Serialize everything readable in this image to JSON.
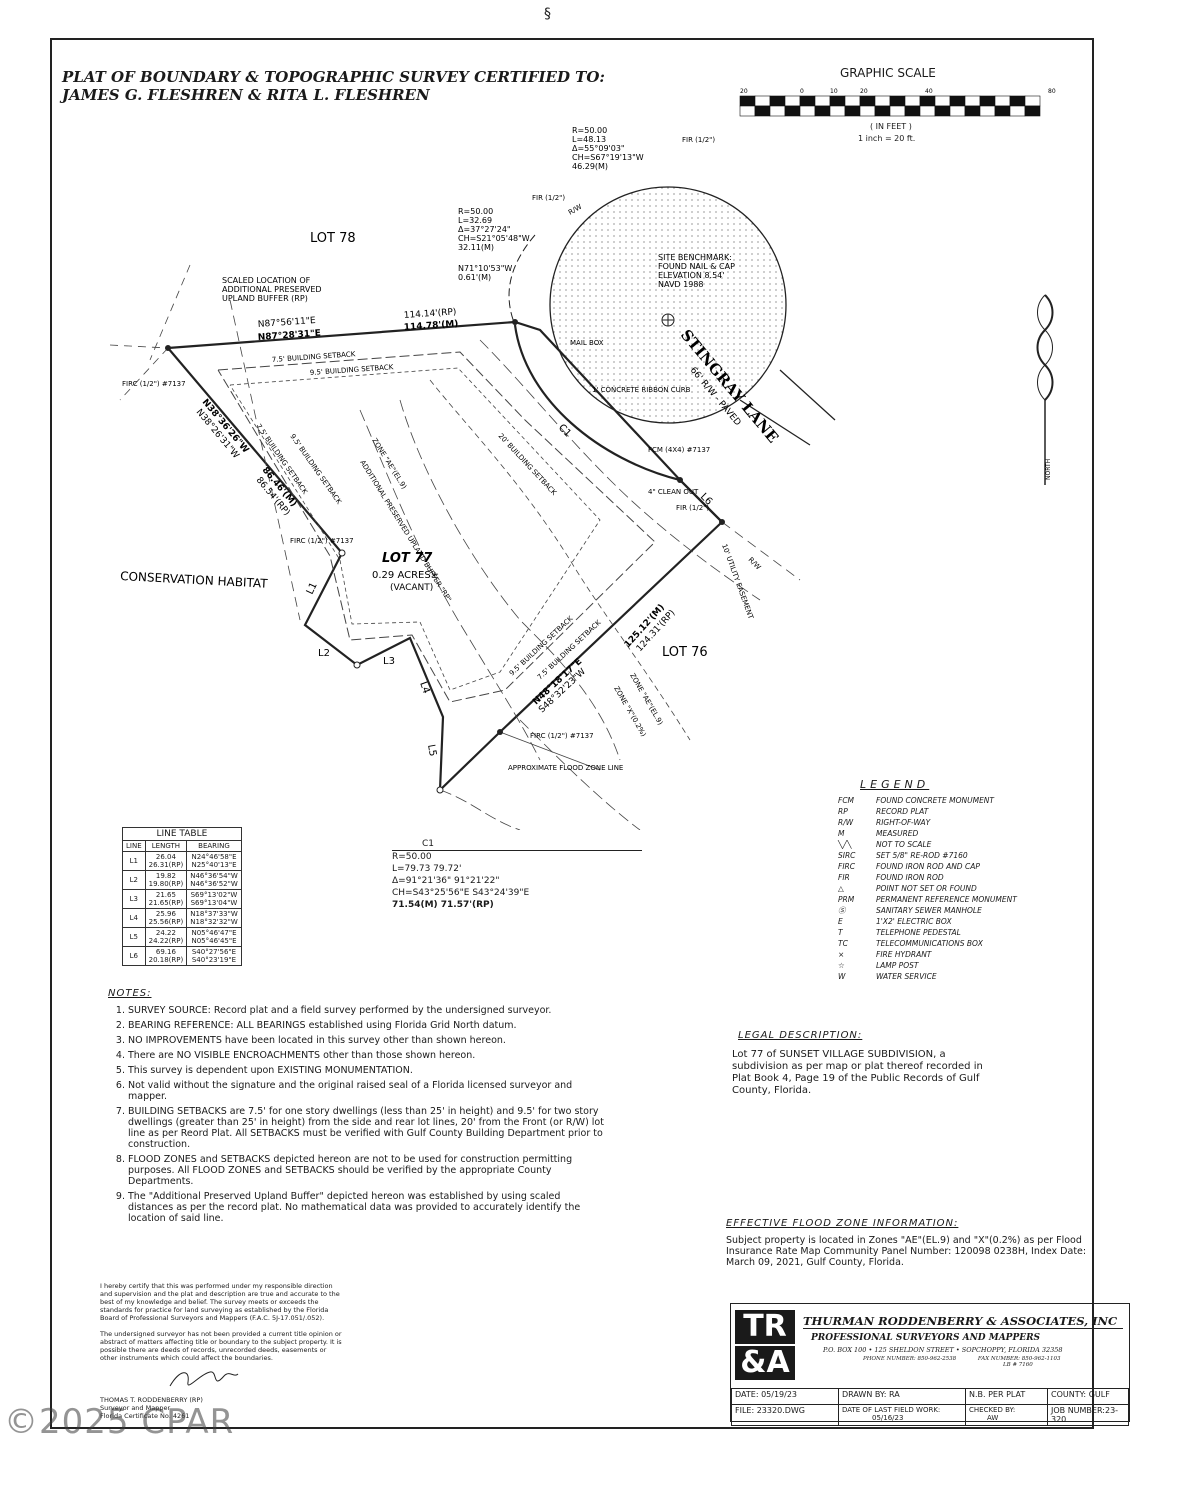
{
  "top_mark": "§",
  "title": {
    "line1": "PLAT OF BOUNDARY & TOPOGRAPHIC SURVEY CERTIFIED TO:",
    "line2": "JAMES G. FLESHREN & RITA L. FLESHREN"
  },
  "graphic_scale": {
    "title": "GRAPHIC SCALE",
    "ticks": [
      "20",
      "0",
      "10",
      "20",
      "40",
      "80"
    ],
    "unit": "( IN FEET )",
    "ratio": "1 inch = 20 ft."
  },
  "map": {
    "lot78": "LOT 78",
    "lot76": "LOT 76",
    "lot77": "LOT 77",
    "lot77_area": "0.29 ACRES±",
    "lot77_status": "(VACANT)",
    "conservation": "CONSERVATION HABITAT",
    "street": "STINGRAY LANE",
    "street_row": "66' R/W - PAVED",
    "curve_top": [
      "R=50.00",
      "L=48.13",
      "Δ=55°09'03\"",
      "CH=S67°19'13\"W",
      "46.29(M)"
    ],
    "curve_mid": [
      "R=50.00",
      "L=32.69",
      "Δ=37°27'24\"",
      "CH=S21°05'48\"W",
      "32.11(M)"
    ],
    "tie": [
      "N71°10'53\"W",
      "0.61'(M)"
    ],
    "north_line_rp": "114.14'(RP)",
    "north_line_m": "114.78'(M)",
    "north_bearing_rp": "N87°56'11\"E",
    "north_bearing_m": "N87°28'31\"E",
    "west_bearing_m": "N38°36'26\"W",
    "west_bearing_rp": "N38°26'31\"W",
    "west_len_m": "86.46'(M)",
    "west_len_rp": "86.54'(RP)",
    "east_len_m": "125.12'(M)",
    "east_len_rp": "124.31'(RP)",
    "south_bearing_m": "N48°18'17\"E",
    "south_bearing_rp": "S48°32'23\"W",
    "scaled_location": [
      "SCALED LOCATION OF",
      "ADDITIONAL PRESERVED",
      "UPLAND BUFFER (RP)"
    ],
    "benchmark": [
      "SITE BENCHMARK:",
      "FOUND NAIL & CAP",
      "ELEVATION 8.54'",
      "NAVD 1988"
    ],
    "setback_75": "7.5' BUILDING SETBACK",
    "setback_95": "9.5' BUILDING SETBACK",
    "setback_20": "20' BUILDING SETBACK",
    "zone_ae": "ZONE \"AE\"(EL.9)",
    "zone_x": "ZONE \"X\"(0.2%)",
    "buffer": "ADDITIONAL PRESERVED UPLAND BUFFER \"RP\"",
    "ribbon_curb": "1' CONCRETE RIBBON CURB",
    "utility_easement": "10' UTILITY EASEMENT",
    "cleanout": "4\" CLEAN OUT",
    "mailbox": "MAIL BOX",
    "flood_line": "APPROXIMATE FLOOD ZONE LINE",
    "firc": "FIRC (1/2\") #7137",
    "fir": "FIR (1/2\")",
    "fcm": "FCM (4X4) #7137",
    "rw": "R/W",
    "c1": "C1",
    "l_labels": [
      "L1",
      "L2",
      "L3",
      "L4",
      "L5",
      "L6"
    ]
  },
  "line_table": {
    "title": "LINE TABLE",
    "headers": [
      "LINE",
      "LENGTH",
      "BEARING"
    ],
    "rows": [
      {
        "line": "L1",
        "len_m": "26.04",
        "len_rp": "26.31(RP)",
        "brg_m": "N24°46'58\"E",
        "brg_rp": "N25°40'13\"E"
      },
      {
        "line": "L2",
        "len_m": "19.82",
        "len_rp": "19.80(RP)",
        "brg_m": "N46°36'54\"W",
        "brg_rp": "N46°36'52\"W"
      },
      {
        "line": "L3",
        "len_m": "21.65",
        "len_rp": "21.65(RP)",
        "brg_m": "S69°13'02\"W",
        "brg_rp": "S69°13'04\"W"
      },
      {
        "line": "L4",
        "len_m": "25.96",
        "len_rp": "25.56(RP)",
        "brg_m": "N18°37'33\"W",
        "brg_rp": "N18°32'32\"W"
      },
      {
        "line": "L5",
        "len_m": "24.22",
        "len_rp": "24.22(RP)",
        "brg_m": "N05°46'47\"E",
        "brg_rp": "N05°46'45\"E"
      },
      {
        "line": "L6",
        "len_m": "69.16",
        "len_rp": "20.18(RP)",
        "brg_m": "S40°27'56\"E",
        "brg_rp": "S40°23'19\"E"
      }
    ]
  },
  "curve_table": {
    "title": "C1",
    "rows": [
      "R=50.00",
      "L=79.73  79.72'",
      "Δ=91°21'36\"  91°21'22\"",
      "CH=S43°25'56\"E  S43°24'39\"E",
      "71.54(M)  71.57'(RP)"
    ]
  },
  "legend": {
    "title": "LEGEND",
    "items": [
      {
        "sym": "FCM",
        "text": "FOUND CONCRETE MONUMENT"
      },
      {
        "sym": "RP",
        "text": "RECORD PLAT"
      },
      {
        "sym": "R/W",
        "text": "RIGHT-OF-WAY"
      },
      {
        "sym": "M",
        "text": "MEASURED"
      },
      {
        "sym": "╲╱╲",
        "text": "NOT TO SCALE"
      },
      {
        "sym": "SIRC",
        "text": "SET 5/8\" RE-ROD #7160"
      },
      {
        "sym": "FIRC",
        "text": "FOUND IRON ROD AND CAP"
      },
      {
        "sym": "FIR",
        "text": "FOUND IRON ROD"
      },
      {
        "sym": "△",
        "text": "POINT NOT SET OR FOUND"
      },
      {
        "sym": "PRM",
        "text": "PERMANENT REFERENCE MONUMENT"
      },
      {
        "sym": "Ⓢ",
        "text": "SANITARY SEWER MANHOLE"
      },
      {
        "sym": "E",
        "text": "1'X2' ELECTRIC BOX"
      },
      {
        "sym": "T",
        "text": "TELEPHONE PEDESTAL"
      },
      {
        "sym": "TC",
        "text": "TELECOMMUNICATIONS BOX"
      },
      {
        "sym": "⨯",
        "text": "FIRE HYDRANT"
      },
      {
        "sym": "☆",
        "text": "LAMP POST"
      },
      {
        "sym": "W",
        "text": "WATER SERVICE"
      }
    ]
  },
  "notes": {
    "title": "NOTES:",
    "items": [
      "SURVEY SOURCE: Record plat and a field survey performed by the undersigned surveyor.",
      "BEARING REFERENCE: ALL BEARINGS established using Florida Grid North datum.",
      "NO IMPROVEMENTS have been located in this survey other than shown hereon.",
      "There are NO VISIBLE ENCROACHMENTS other than those shown hereon.",
      "This survey is dependent upon EXISTING MONUMENTATION.",
      "Not valid without the signature and the original raised seal of a Florida licensed surveyor and mapper.",
      "BUILDING SETBACKS are 7.5' for one story dwellings (less than 25' in height) and 9.5' for two story dwellings (greater than 25' in height) from the side and rear lot lines, 20' from the Front (or R/W) lot line as per Reord Plat. All SETBACKS must be verified with Gulf County Building Department prior to construction.",
      "FLOOD ZONES and SETBACKS depicted hereon are not to be used for construction permitting purposes. All FLOOD ZONES and SETBACKS should be verified by the appropriate County Departments.",
      "The \"Additional Preserved Upland Buffer\" depicted hereon was established by using scaled distances as per the record plat. No mathematical data was provided to accurately identify the location of said line."
    ]
  },
  "legal": {
    "title": "LEGAL DESCRIPTION:",
    "text": "Lot 77 of SUNSET VILLAGE SUBDIVISION, a subdivision as per map or plat thereof recorded in Plat Book 4, Page 19 of the Public Records of Gulf County, Florida."
  },
  "flood": {
    "title": "EFFECTIVE FLOOD ZONE INFORMATION:",
    "text": "Subject property is located in Zones \"AE\"(EL.9) and \"X\"(0.2%) as per Flood Insurance Rate Map Community Panel Number: 120098 0238H, Index Date: March 09, 2021, Gulf County, Florida."
  },
  "certification": {
    "p1": "I hereby certify that this was performed under my responsible direction and supervision and the plat and description are true and accurate to the best of my knowledge and belief. The survey meets or exceeds the standards for practice for land surveying as established by the Florida Board of Professional Surveyors and Mappers (F.A.C. 5J-17.051/.052).",
    "p2": "The undersigned surveyor has not been provided a current title opinion or abstract of matters affecting title or boundary to the subject property. It is possible there are deeds of records, unrecorded deeds, easements or other instruments which could affect the boundaries.",
    "signer": "THOMAS T. RODDENBERRY (RP)",
    "signer2": "Surveyor and Mapper",
    "signer3": "Florida Certificate No. 4261"
  },
  "titleblock": {
    "logo_top": "TR",
    "logo_bottom": "&A",
    "firm": "THURMAN RODDENBERRY & ASSOCIATES, INC",
    "sub": "PROFESSIONAL SURVEYORS AND MAPPERS",
    "address": "P.O. BOX 100  •  125 SHELDON STREET  •  SOPCHOPPY, FLORIDA 32358",
    "phone": "PHONE NUMBER: 850-962-2538",
    "fax": "FAX NUMBER: 850-962-1103",
    "lb": "LB # 7160",
    "date_label": "DATE:",
    "date": "05/19/23",
    "drawn_label": "DRAWN BY:",
    "drawn": "RA",
    "nb": "N.B. PER PLAT",
    "county_label": "COUNTY:",
    "county": "GULF",
    "file_label": "FILE:",
    "file": "23320.DWG",
    "fieldwork_label": "DATE OF LAST FIELD WORK:",
    "fieldwork": "05/16/23",
    "checked_label": "CHECKED BY:",
    "checked": "AW",
    "job_label": "JOB NUMBER:",
    "job": "23-320"
  },
  "watermark": "©2025 CPAR"
}
